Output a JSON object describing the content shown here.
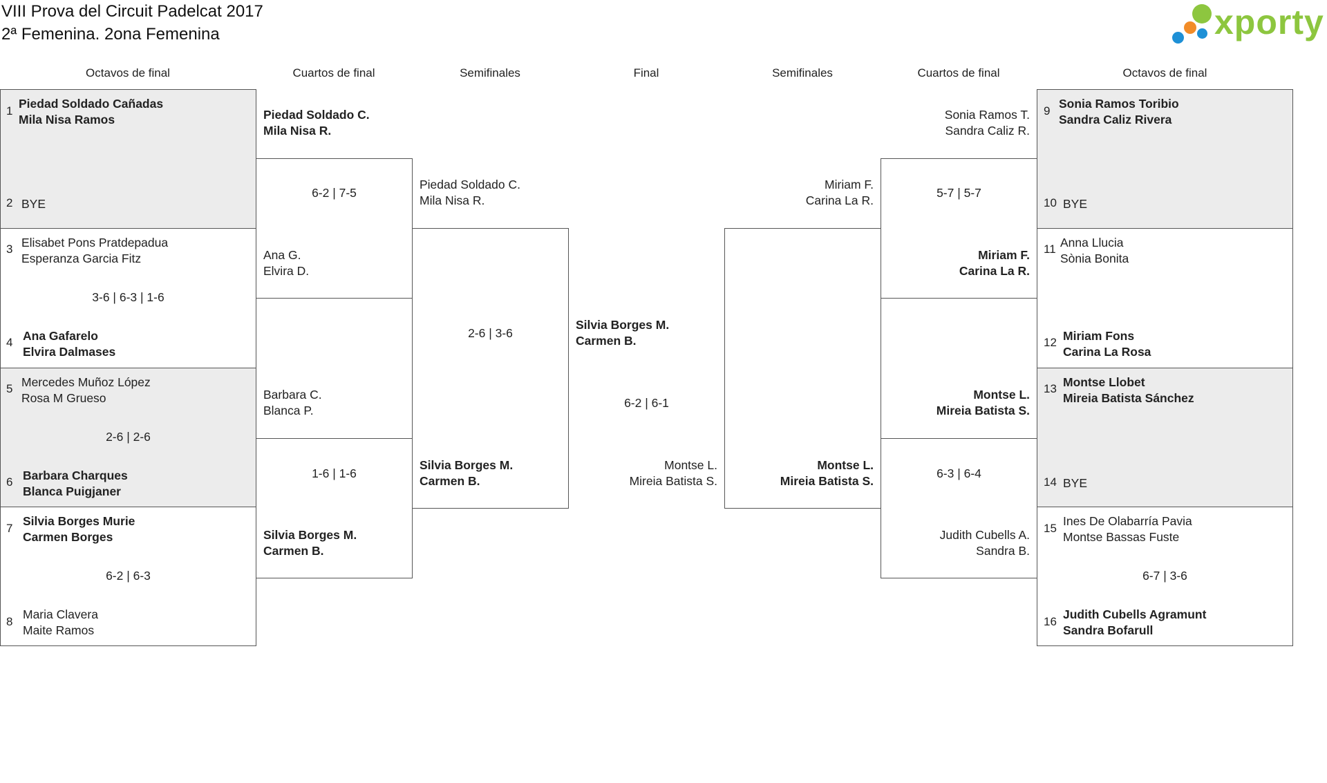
{
  "header": {
    "title": "VIII Prova del Circuit Padelcat 2017",
    "subtitle": "2ª Femenina. 2ona Femenina",
    "logo_text": "xporty"
  },
  "columns": {
    "left_r16": "Octavos de final",
    "left_qf": "Cuartos de final",
    "left_sf": "Semifinales",
    "final": "Final",
    "right_sf": "Semifinales",
    "right_qf": "Cuartos de final",
    "right_r16": "Octavos de final"
  },
  "left_r16": {
    "m1": {
      "s1": "1",
      "a1": "Piedad Soldado Cañadas",
      "a2": "Mila Nisa Ramos",
      "s2": "2",
      "b1": "BYE"
    },
    "m2": {
      "s1": "3",
      "a1": "Elisabet Pons Pratdepadua",
      "a2": "Esperanza Garcia Fitz",
      "score": "3-6 | 6-3 | 1-6",
      "s2": "4",
      "b1": "Ana Gafarelo",
      "b2": "Elvira Dalmases"
    },
    "m3": {
      "s1": "5",
      "a1": "Mercedes Muñoz López",
      "a2": "Rosa M Grueso",
      "score": "2-6 | 2-6",
      "s2": "6",
      "b1": "Barbara Charques",
      "b2": "Blanca Puigjaner"
    },
    "m4": {
      "s1": "7",
      "a1": "Silvia Borges Murie",
      "a2": "Carmen Borges",
      "score": "6-2 | 6-3",
      "s2": "8",
      "b1": "Maria Clavera",
      "b2": "Maite Ramos"
    }
  },
  "left_qf": {
    "m1": {
      "a1": "Piedad Soldado C.",
      "a2": "Mila Nisa R.",
      "score": "6-2 | 7-5",
      "b1": "Ana G.",
      "b2": "Elvira D."
    },
    "m2": {
      "a1": "Barbara C.",
      "a2": "Blanca P.",
      "score": "1-6 | 1-6",
      "b1": "Silvia Borges M.",
      "b2": "Carmen B."
    }
  },
  "left_sf": {
    "a1": "Piedad Soldado C.",
    "a2": "Mila Nisa R.",
    "score": "2-6 | 3-6",
    "b1": "Silvia Borges M.",
    "b2": "Carmen B."
  },
  "final": {
    "a1": "Silvia Borges M.",
    "a2": "Carmen B.",
    "score": "6-2 | 6-1",
    "b1": "Montse L.",
    "b2": "Mireia Batista S."
  },
  "right_sf": {
    "a1": "Miriam F.",
    "a2": "Carina La R.",
    "b1": "Montse L.",
    "b2": "Mireia Batista S."
  },
  "right_qf": {
    "m1": {
      "a1": "Sonia Ramos T.",
      "a2": "Sandra Caliz R.",
      "score": "5-7 | 5-7",
      "b1": "Miriam F.",
      "b2": "Carina La R."
    },
    "m2": {
      "a1": "Montse L.",
      "a2": "Mireia Batista S.",
      "score": "6-3 | 6-4",
      "b1": "Judith Cubells A.",
      "b2": "Sandra B."
    }
  },
  "right_r16": {
    "m1": {
      "s1": "9",
      "a1": "Sonia Ramos Toribio",
      "a2": "Sandra Caliz Rivera",
      "s2": "10",
      "b1": "BYE"
    },
    "m2": {
      "s1": "11",
      "a1": "Anna Llucia",
      "a2": "Sònia Bonita",
      "s2": "12",
      "b1": "Miriam Fons",
      "b2": "Carina La Rosa"
    },
    "m3": {
      "s1": "13",
      "a1": "Montse Llobet",
      "a2": "Mireia Batista Sánchez",
      "s2": "14",
      "b1": "BYE"
    },
    "m4": {
      "s1": "15",
      "a1": "Ines De Olabarría Pavia",
      "a2": "Montse Bassas Fuste",
      "score": "6-7 | 3-6",
      "s2": "16",
      "b1": "Judith Cubells Agramunt",
      "b2": "Sandra Bofarull"
    }
  }
}
